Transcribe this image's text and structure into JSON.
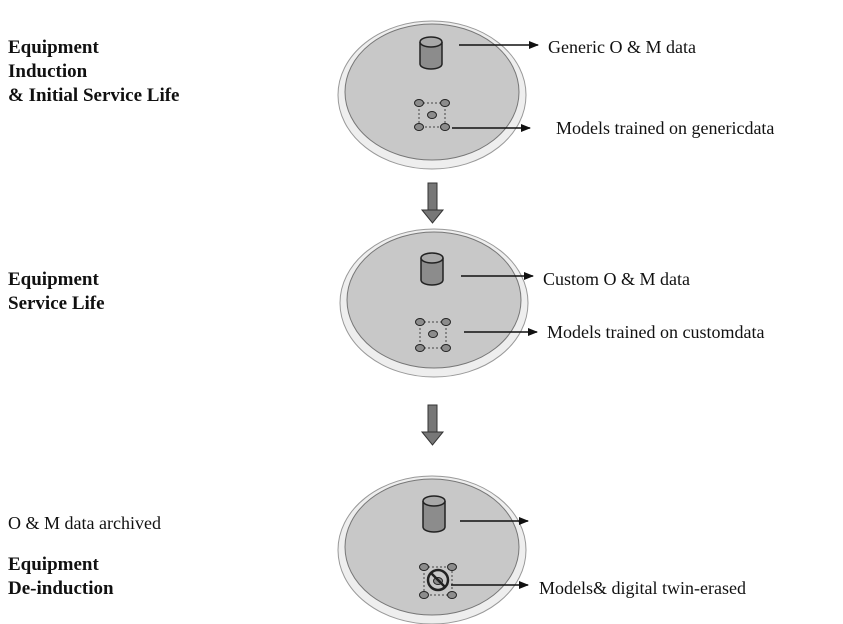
{
  "stages": [
    {
      "label_lines": [
        "Equipment",
        "Induction",
        "& Initial Service Life"
      ],
      "data_label": "Generic O & M data",
      "models_label": "Models trained on genericdata",
      "models_erased": false
    },
    {
      "label_lines": [
        "Equipment",
        "Service Life"
      ],
      "data_label": "Custom O & M data",
      "models_label": "Models trained on customdata",
      "models_erased": false
    },
    {
      "label_lines": [
        "Equipment",
        "De-induction"
      ],
      "pre_note": "O & M data archived",
      "data_label": "",
      "models_label": "Models& digital twin-erased",
      "models_erased": true
    }
  ],
  "colors": {
    "disc_fill": "#c8c8c8",
    "disc_rim": "#eeeeee",
    "icon_fill": "#8c8c8c",
    "flow_arrow": "#777777"
  }
}
